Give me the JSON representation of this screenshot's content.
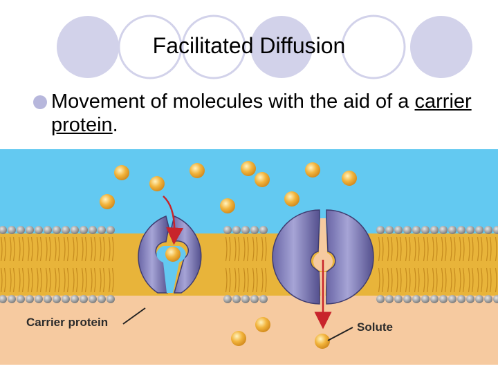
{
  "slide": {
    "title": "Facilitated Diffusion",
    "bullet_prefix": "Movement of molecules with the aid of a",
    "bullet_link": "carrier protein",
    "bullet_suffix": "."
  },
  "figure": {
    "labels": {
      "carrier": "Carrier protein",
      "solute": "Solute"
    },
    "colors": {
      "extracellular": "#63c9f1",
      "cytoplasm": "#f6caa0",
      "membrane_tail": "#e8b43a",
      "lipid_head": "#9a9a9a",
      "protein": "#7c78b4",
      "solute": "#f2b43c",
      "arrow": "#c8242b"
    }
  },
  "decor": {
    "circle_color": "#c9c9e9",
    "bullet_color": "#b7b7dc"
  }
}
